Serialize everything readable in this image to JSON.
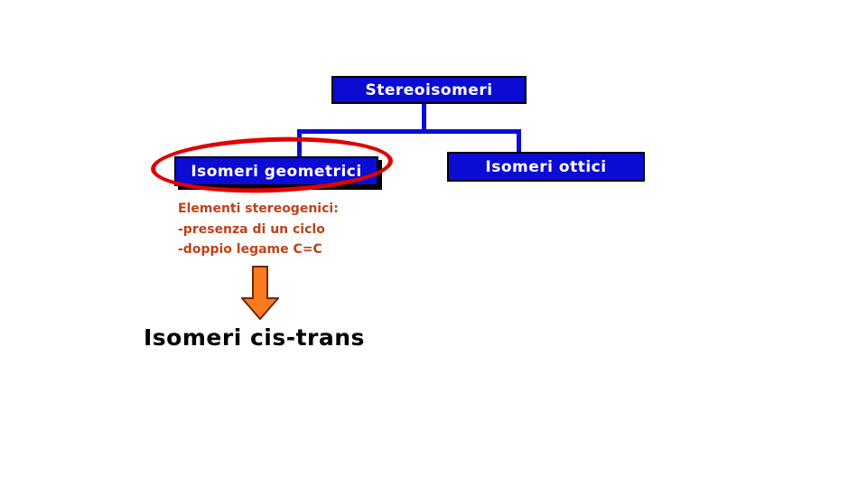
{
  "slide": {
    "title_hint": "Stereoisomer classification slide",
    "diagram": {
      "root": {
        "label": "Stereoisomeri"
      },
      "children": [
        {
          "label": "Isomeri geometrici",
          "highlighted": true
        },
        {
          "label": "Isomeri ottici",
          "highlighted": false
        }
      ]
    },
    "annotation": {
      "title": "Elementi stereogenici:",
      "items": [
        "-presenza di un ciclo",
        "-doppio legame C=C"
      ]
    },
    "icons": {
      "down_arrow": "orange-down-arrow",
      "highlight": "red-ellipse-circle"
    },
    "result_label": "Isomeri cis-trans",
    "colors": {
      "background": "#ffffff",
      "node_fill": "#0b0bd3",
      "node_border": "#000000",
      "node_text": "#ffffff",
      "connector": "#0b0bd3",
      "highlight_ellipse": "#e10000",
      "annotation_text": "#bf4119",
      "arrow_fill": "#fa7a1e",
      "arrow_outline": "#6b2a00",
      "result_text": "#000000"
    }
  }
}
